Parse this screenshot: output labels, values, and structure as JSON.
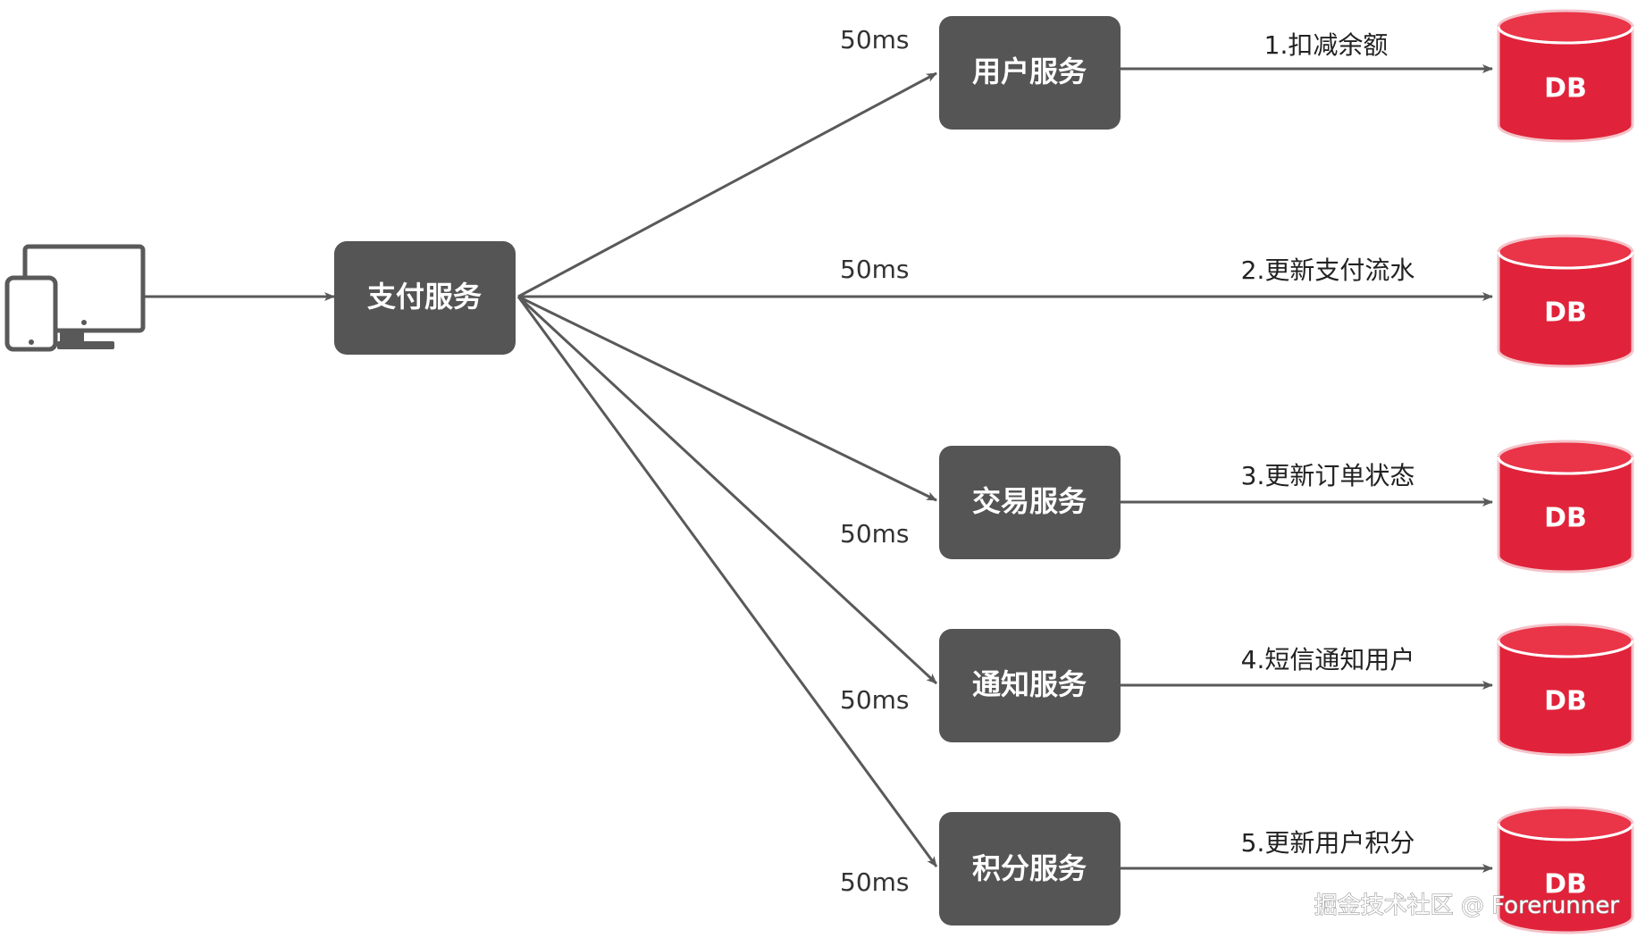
{
  "client_icon": "devices-icon",
  "payment_service": {
    "label": "支付服务"
  },
  "services": [
    {
      "label": "用户服务",
      "latency": "50ms",
      "operation": "1.扣减余额",
      "db": "DB"
    },
    {
      "label": "",
      "latency": "50ms",
      "operation": "2.更新支付流水",
      "db": "DB"
    },
    {
      "label": "交易服务",
      "latency": "50ms",
      "operation": "3.更新订单状态",
      "db": "DB"
    },
    {
      "label": "通知服务",
      "latency": "50ms",
      "operation": "4.短信通知用户",
      "db": "DB"
    },
    {
      "label": "积分服务",
      "latency": "50ms",
      "operation": "5.更新用户积分",
      "db": "DB"
    }
  ],
  "watermark": "掘金技术社区 @ Forerunner",
  "colors": {
    "box": "#555555",
    "line": "#595959",
    "db_fill": "#e0233a",
    "db_top": "#ea3448",
    "db_rim": "#f4c3c9",
    "icon": "#595959"
  }
}
